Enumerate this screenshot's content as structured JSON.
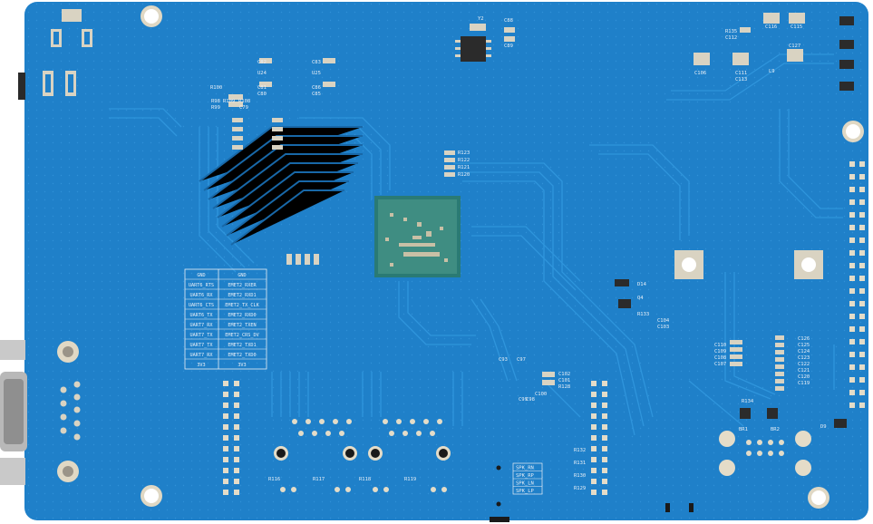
{
  "board": {
    "color_board": "#1f80c9",
    "color_board_dark": "#1868a8",
    "color_trace": "#2f95dc",
    "color_silk": "#e8eef6",
    "color_pad": "#d9d3c2",
    "color_chip": "#2a7a74"
  },
  "pin_table": {
    "rows": [
      [
        "GND",
        "GND"
      ],
      [
        "UART6_RTS",
        "EMET2_RXER"
      ],
      [
        "UART6_RX",
        "EMET2_RXD1"
      ],
      [
        "UART6_CTS",
        "EMET2_TX_CLK"
      ],
      [
        "UART6_TX",
        "EMET2_RXD0"
      ],
      [
        "UART7_RX",
        "EMET2_TXEN"
      ],
      [
        "UART7_TX",
        "EMET2_CRS_DV"
      ],
      [
        "UART7_TX",
        "EMET2_TXD1"
      ],
      [
        "UART7_RX",
        "EMET2_TXD0"
      ],
      [
        "3V3",
        "3V3"
      ]
    ]
  },
  "spk_labels": [
    "SPK_RN",
    "SPK_RP",
    "SPK_LN",
    "SPK_LP"
  ],
  "refdes": {
    "r100": "R100",
    "r98": "R98",
    "r99": "R99",
    "r109": "R109",
    "r108": "R108",
    "c79": "C79",
    "c82": "C82",
    "c81": "C81",
    "c80": "C80",
    "u24": "U24",
    "c83": "C83",
    "c86": "C86",
    "c85": "C85",
    "u25": "U25",
    "y2": "Y2",
    "c88": "C88",
    "c89": "C89",
    "r123": "R123",
    "r122": "R122",
    "r121": "R121",
    "r120": "R120",
    "c93": "C93",
    "c97": "C97",
    "c102": "C102",
    "c101": "C101",
    "r128": "R128",
    "c100": "C100",
    "c99": "C99",
    "c98": "C98",
    "d14": "D14",
    "q4": "Q4",
    "r133": "R133",
    "c104": "C104",
    "c103": "C103",
    "c110": "C110",
    "c109": "C109",
    "c108": "C108",
    "c107": "C107",
    "c126": "C126",
    "c125": "C125",
    "c124": "C124",
    "c123": "C123",
    "c122": "C122",
    "c121": "C121",
    "c120": "C120",
    "c119": "C119",
    "br1": "BR1",
    "br2": "BR2",
    "d9": "D9",
    "r116": "R116",
    "r117": "R117",
    "r118": "R118",
    "r119": "R119",
    "r132": "R132",
    "r131": "R131",
    "r130": "R130",
    "r129": "R129",
    "r135": "R135",
    "c112": "C112",
    "c116": "C116",
    "c115": "C115",
    "c127": "C127",
    "c106": "C106",
    "c111": "C111",
    "c113": "C113",
    "l9": "L9",
    "r134": "R134"
  }
}
